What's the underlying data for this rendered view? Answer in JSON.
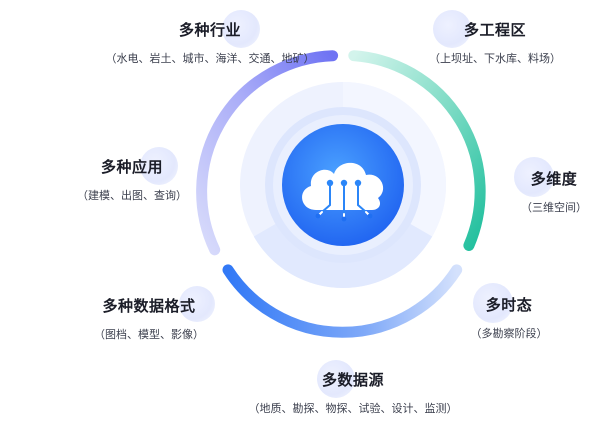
{
  "items": {
    "industries": {
      "title": "多种行业",
      "sub": "（水电、岩土、城市、海洋、交通、地矿）"
    },
    "engineering": {
      "title": "多工程区",
      "sub": "（上坝址、下水库、料场）"
    },
    "applications": {
      "title": "多种应用",
      "sub": "（建模、出图、查询）"
    },
    "dimensions": {
      "title": "多维度",
      "sub": "（三维空间）"
    },
    "formats": {
      "title": "多种数据格式",
      "sub": "（图档、模型、影像）"
    },
    "temporal": {
      "title": "多时态",
      "sub": "（多勘察阶段）"
    },
    "sources": {
      "title": "多数据源",
      "sub": "（地质、勘探、物探、试验、设计、监测）"
    }
  },
  "center": {
    "icon": "cloud-data-icon"
  },
  "colors": {
    "purple": "#7b7ef6",
    "teal": "#2fc6a6",
    "blue": "#3d7ef7",
    "accent": "#2f86fb"
  }
}
